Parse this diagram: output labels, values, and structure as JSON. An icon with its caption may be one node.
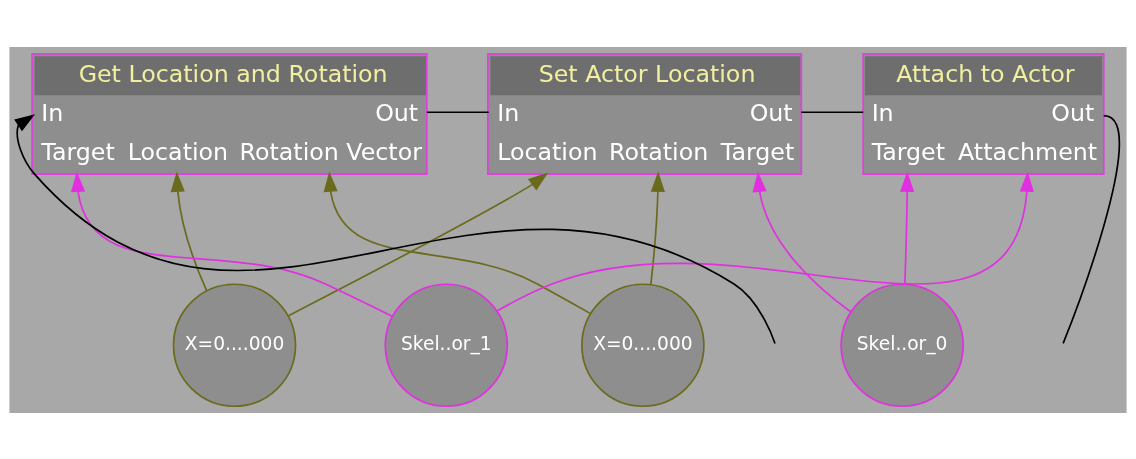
{
  "diagram": {
    "nodes": [
      {
        "text": [
          "Get Location and Rotation",
          "In",
          "Out",
          "Target",
          "Location",
          "Rotation Vector"
        ]
      },
      {
        "text": [
          "Set Actor Location",
          "In",
          "Out",
          "Location",
          "Rotation",
          "Target"
        ]
      },
      {
        "text": [
          "Attach to Actor",
          "In",
          "Out",
          "Target",
          "Attachment"
        ]
      },
      {
        "text": [
          "X=0....000"
        ]
      },
      {
        "text": [
          "X=0....000"
        ]
      },
      {
        "text": [
          "Skel..or_0"
        ]
      },
      {
        "text": [
          "Skel..or_1"
        ]
      }
    ],
    "edges": [
      {
        "from": null,
        "to": 0,
        "arrow": "to"
      },
      {
        "from": 0,
        "to": 1,
        "arrow": "none"
      },
      {
        "from": 1,
        "to": 2,
        "arrow": "none"
      },
      {
        "from": 2,
        "to": null,
        "arrow": "none"
      },
      {
        "from": 3,
        "to": 0,
        "arrow": "to",
        "color": "#6b6b1e"
      },
      {
        "from": 4,
        "to": 0,
        "arrow": "to",
        "color": "#6b6b1e"
      },
      {
        "from": 3,
        "to": 1,
        "arrow": "to",
        "color": "#6b6b1e"
      },
      {
        "from": 4,
        "to": 1,
        "arrow": "to",
        "color": "#6b6b1e"
      },
      {
        "from": 5,
        "to": 1,
        "arrow": "to",
        "color": "#e030e0"
      },
      {
        "from": 5,
        "to": 2,
        "arrow": "to",
        "color": "#e030e0"
      },
      {
        "from": 6,
        "to": 0,
        "arrow": "to",
        "color": "#e030e0"
      },
      {
        "from": 6,
        "to": 2,
        "arrow": "to",
        "color": "#e030e0"
      }
    ]
  }
}
